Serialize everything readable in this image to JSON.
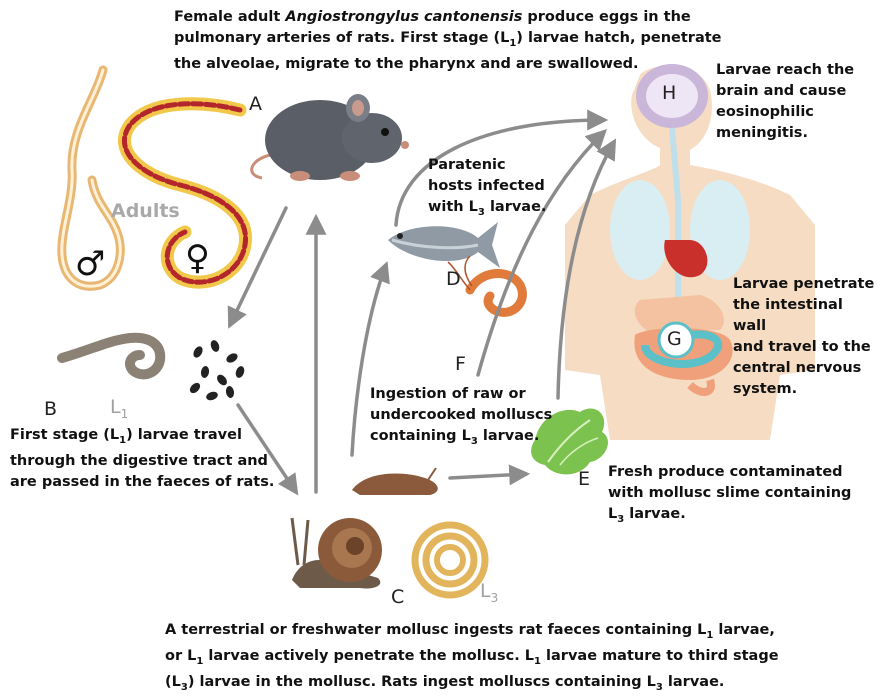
{
  "captions": {
    "top_1": "Female adult",
    "top_species": "Angiostrongylus cantonensis",
    "top_2": "produce eggs in the",
    "top_line2a": "pulmonary  arteries of rats. First stage (L",
    "top_line2sub": "1",
    "top_line2b": ") larvae hatch, penetrate",
    "top_line3": "the alveolae, migrate to the pharynx and are swallowed.",
    "brain_1": "Larvae reach the",
    "brain_2": "brain and cause",
    "brain_3": "eosinophilic",
    "brain_4": "meningitis.",
    "paratenic_1": "Paratenic",
    "paratenic_2": "hosts infected",
    "paratenic_3a": "with L",
    "paratenic_3sub": "3",
    "paratenic_3b": " larvae.",
    "intestine_1": "Larvae penetrate",
    "intestine_2": "the intestinal wall",
    "intestine_3": "and travel to the",
    "intestine_4": "central nervous",
    "intestine_5": "system.",
    "ingestion_1": "Ingestion of raw or",
    "ingestion_2": "undercooked molluscs",
    "ingestion_3a": "containing L",
    "ingestion_3sub": "3",
    "ingestion_3b": " larvae.",
    "l1_1a": "First stage (L",
    "l1_1sub": "1",
    "l1_1b": ") larvae travel",
    "l1_2": "through the digestive tract and",
    "l1_3": "are passed in the faeces of rats.",
    "produce_1": "Fresh produce contaminated",
    "produce_2": "with mollusc slime containing",
    "produce_3a": "L",
    "produce_3sub": "3",
    "produce_3b": " larvae.",
    "bottom_1a": "A terrestrial or freshwater mollusc ingests rat faeces containing L",
    "bottom_1sub": "1",
    "bottom_1b": " larvae,",
    "bottom_2a": "or L",
    "bottom_2sub1": "1",
    "bottom_2b": " larvae actively penetrate the mollusc. L",
    "bottom_2sub2": "1",
    "bottom_2c": " larvae mature to third stage",
    "bottom_3a": "(L",
    "bottom_3sub1": "3",
    "bottom_3b": ") larvae in the mollusc. Rats ingest molluscs containing L",
    "bottom_3sub2": "3",
    "bottom_3c": " larvae."
  },
  "labels": {
    "A": "A",
    "B": "B",
    "C": "C",
    "D": "D",
    "E": "E",
    "F": "F",
    "G": "G",
    "H": "H",
    "adults": "Adults",
    "male_symbol": "♂",
    "female_symbol": "♀",
    "l1_letter": "L",
    "l1_sub": "1",
    "l3_letter": "L",
    "l3_sub": "3"
  },
  "colors": {
    "arrow": "#8c8c8c",
    "skin": "#f5dcc3",
    "lung": "#d9eef2",
    "brain": "#c9b6d8",
    "heart": "#c9302c",
    "intestine": "#f0a07a",
    "worm_red": "#b3262b",
    "worm_yellow": "#f1c84a",
    "rat": "#5a5e66",
    "snail_shell": "#8a5a3a",
    "lettuce": "#7cc24e"
  }
}
